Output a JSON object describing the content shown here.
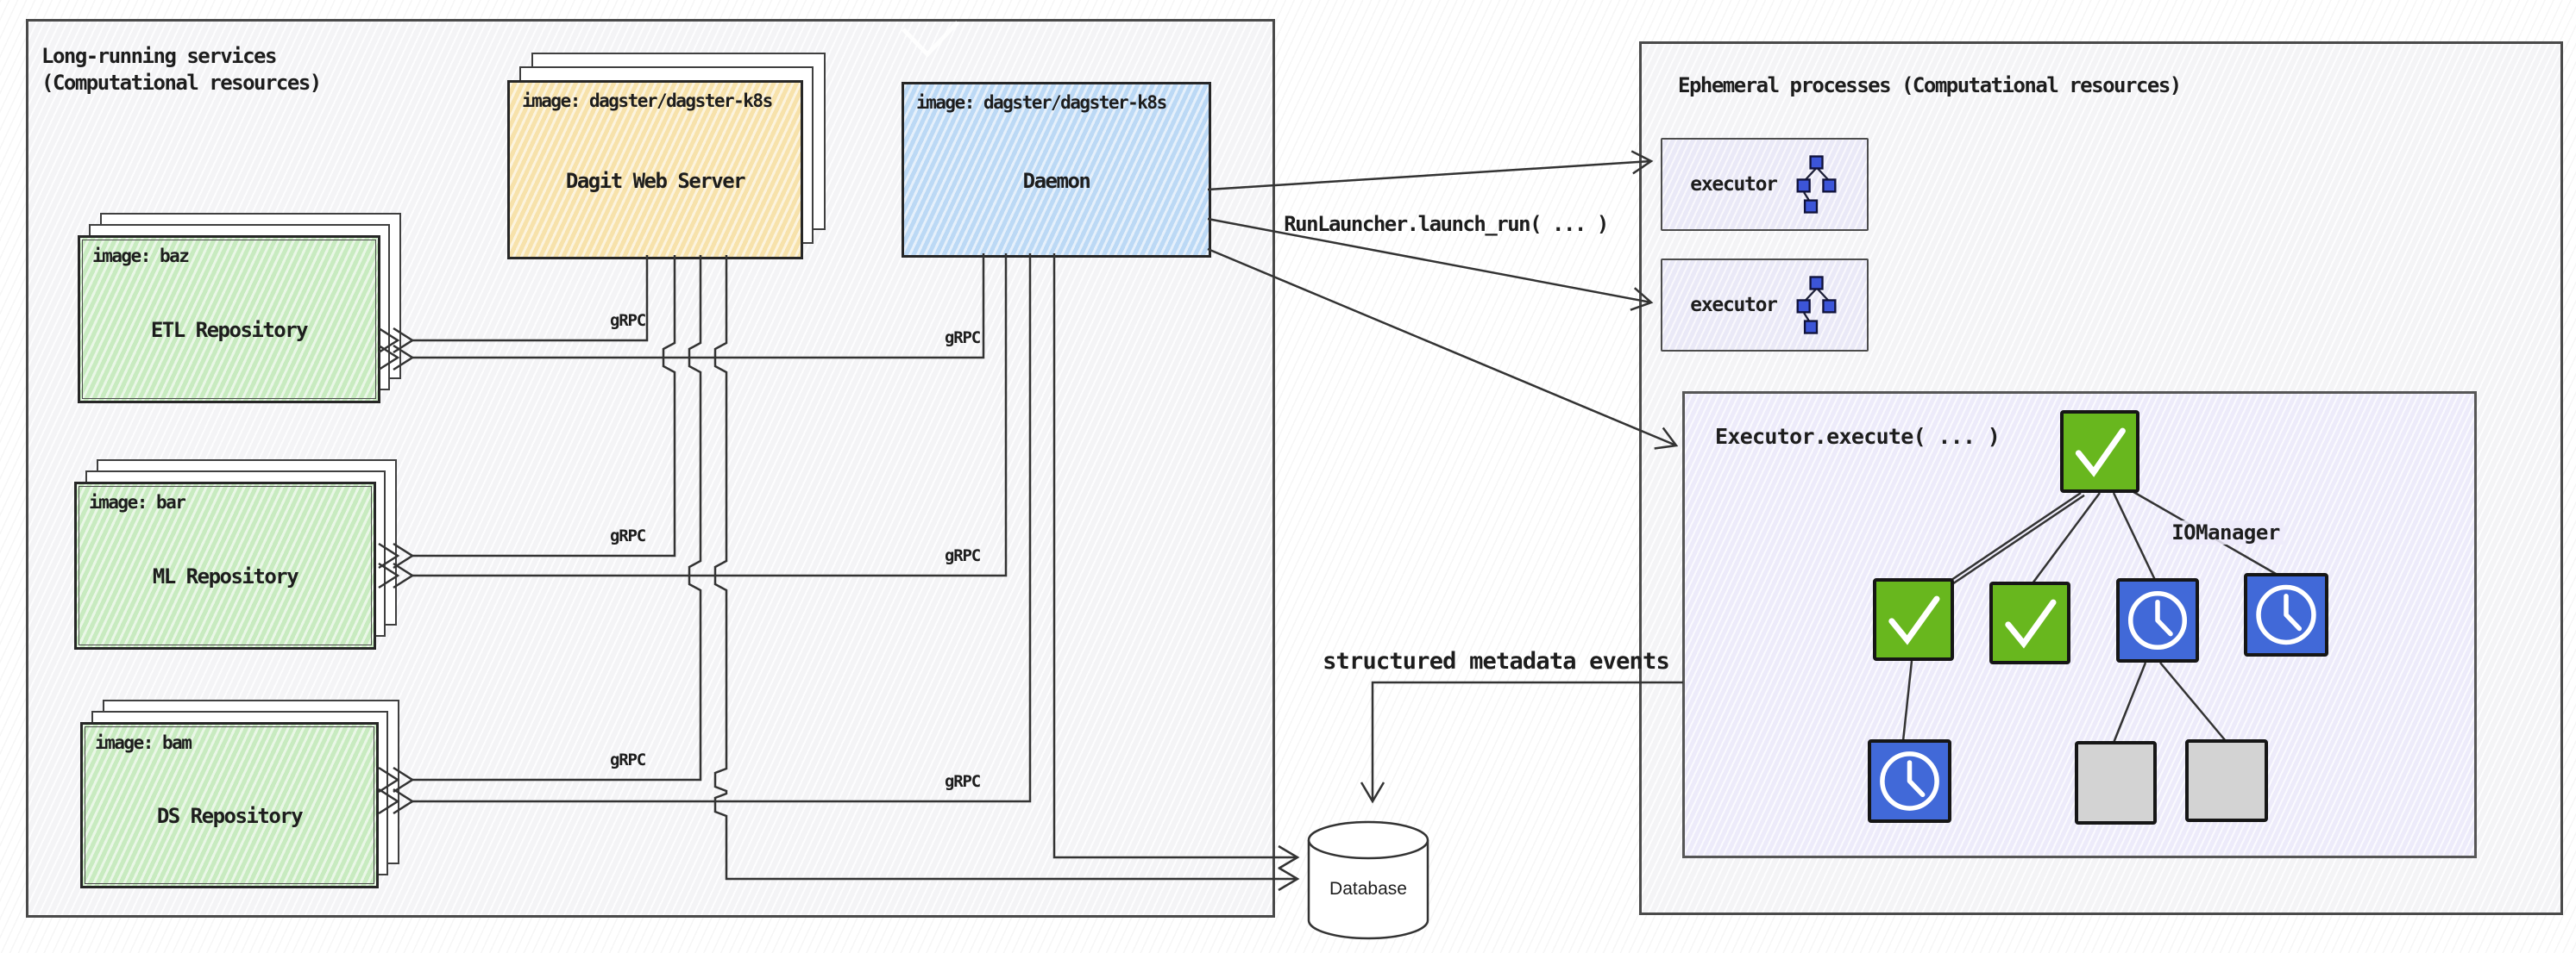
{
  "panels": {
    "left": {
      "label_line1": "Long-running services",
      "label_line2": "(Computational resources)"
    },
    "right": {
      "label": "Ephemeral processes (Computational resources)"
    }
  },
  "services": {
    "dagit": {
      "image_label": "image: dagster/dagster-k8s",
      "title": "Dagit Web Server"
    },
    "daemon": {
      "image_label": "image: dagster/dagster-k8s",
      "title": "Daemon"
    },
    "repositories": [
      {
        "image_label": "image: baz",
        "title": "ETL Repository"
      },
      {
        "image_label": "image: bar",
        "title": "ML Repository"
      },
      {
        "image_label": "image: bam",
        "title": "DS Repository"
      }
    ]
  },
  "connections": {
    "grpc_label": "gRPC",
    "run_launcher_label": "RunLauncher.launch_run( ... )",
    "metadata_events_label": "structured metadata events"
  },
  "ephemeral": {
    "executor_label": "executor",
    "execute_call_label": "Executor.execute( ... )",
    "io_manager_label": "IOManager"
  },
  "database": {
    "label": "Database"
  },
  "colors": {
    "dagit_fill": "#f7e2ab",
    "daemon_fill": "#bcd9f5",
    "repo_fill": "#c8ebc0",
    "executor_fill": "#eae9f7",
    "node_success_green": "#68b71e",
    "node_waiting_blue": "#4169d8",
    "node_pending_gray": "#d3d3d3"
  },
  "execute_dag": {
    "nodes": [
      {
        "id": "root",
        "status": "success"
      },
      {
        "id": "a",
        "status": "success"
      },
      {
        "id": "b",
        "status": "success"
      },
      {
        "id": "c",
        "status": "waiting"
      },
      {
        "id": "d",
        "status": "waiting"
      },
      {
        "id": "e",
        "status": "waiting"
      },
      {
        "id": "f",
        "status": "pending"
      },
      {
        "id": "g",
        "status": "pending"
      }
    ],
    "edges": [
      [
        "root",
        "a"
      ],
      [
        "root",
        "b"
      ],
      [
        "root",
        "c"
      ],
      [
        "root",
        "d"
      ],
      [
        "a",
        "e"
      ],
      [
        "c",
        "f"
      ],
      [
        "c",
        "g"
      ]
    ],
    "status_colors": {
      "success": "#68b71e",
      "waiting": "#4169d8",
      "pending": "#d3d3d3"
    },
    "glyphs": {
      "success": "check",
      "waiting": "clock",
      "pending": "none"
    }
  }
}
